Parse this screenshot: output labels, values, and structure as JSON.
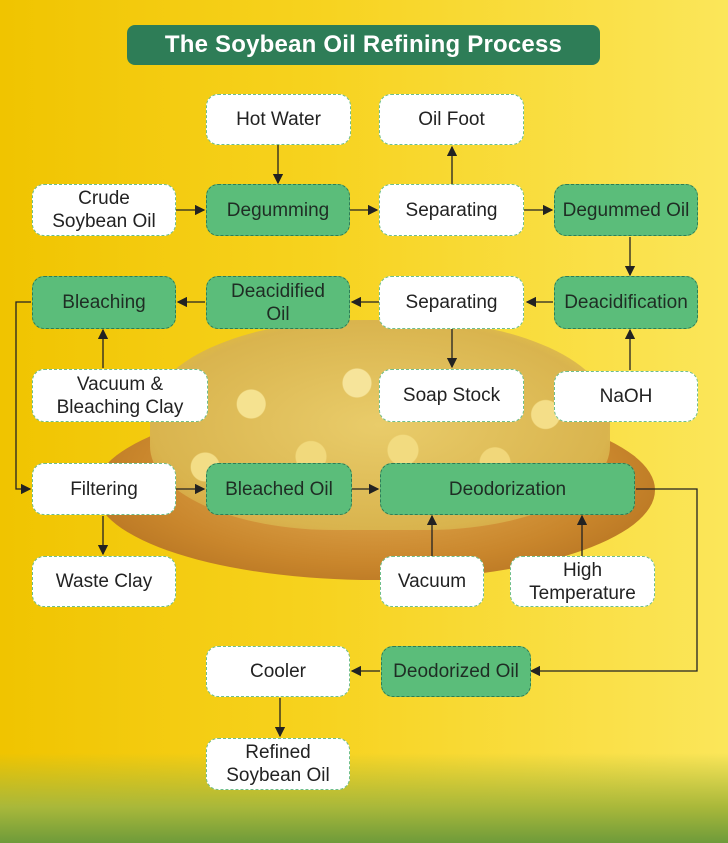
{
  "title": "The Soybean Oil Refining Process",
  "colors": {
    "title_bg": "#2e7d57",
    "process_fill": "#5bbd7a",
    "input_fill": "#ffffff",
    "arrow": "#222222"
  },
  "nodes": {
    "hot_water": "Hot Water",
    "oil_foot": "Oil Foot",
    "crude_soybean_oil": "Crude\nSoybean Oil",
    "degumming": "Degumming",
    "separating_1": "Separating",
    "degummed_oil": "Degummed Oil",
    "bleaching": "Bleaching",
    "deacidified_oil": "Deacidified\nOil",
    "separating_2": "Separating",
    "deacidification": "Deacidification",
    "vacuum_bleaching_clay": "Vacuum &\nBleaching Clay",
    "soap_stock": "Soap Stock",
    "naoh": "NaOH",
    "filtering": "Filtering",
    "bleached_oil": "Bleached Oil",
    "deodorization": "Deodorization",
    "waste_clay": "Waste Clay",
    "vacuum": "Vacuum",
    "high_temperature": "High\nTemperature",
    "cooler": "Cooler",
    "deodorized_oil": "Deodorized Oil",
    "refined_soybean_oil": "Refined\nSoybean Oil"
  }
}
